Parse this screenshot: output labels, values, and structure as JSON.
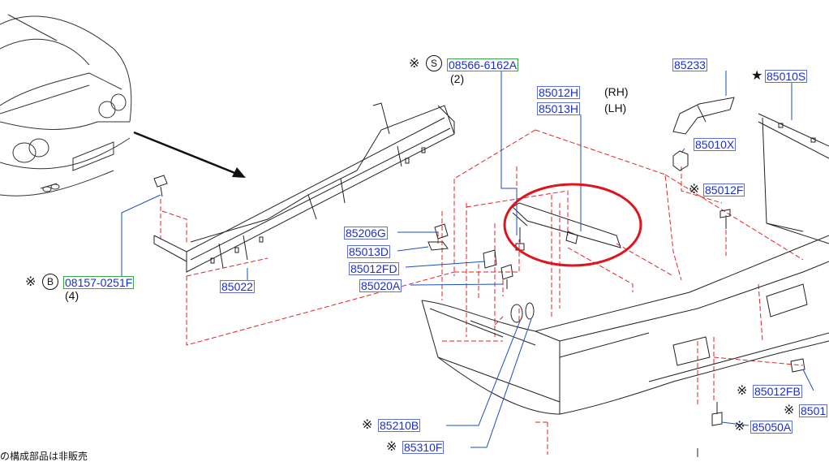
{
  "callouts": {
    "c0815702": {
      "code": "08157-0251F",
      "qty": "(4)",
      "prefix": "※",
      "symbol": "B"
    },
    "c85022": {
      "code": "85022"
    },
    "c08566": {
      "code": "08566-6162A",
      "qty": "(2)",
      "prefix": "※",
      "symbol": "S"
    },
    "c85012H": {
      "code": "85012H",
      "side": "(RH)"
    },
    "c85013H": {
      "code": "85013H",
      "side": "(LH)"
    },
    "c85233": {
      "code": "85233"
    },
    "c85010S": {
      "code": "85010S",
      "prefix": "★"
    },
    "c85010X": {
      "code": "85010X"
    },
    "c85012F": {
      "code": "85012F",
      "prefix": "※"
    },
    "c85206G": {
      "code": "85206G"
    },
    "c85013D": {
      "code": "85013D"
    },
    "c85012FD": {
      "code": "85012FD"
    },
    "c85020A": {
      "code": "85020A"
    },
    "c85012FB": {
      "code": "85012FB",
      "prefix": "※"
    },
    "c8501": {
      "code": "8501",
      "prefix": "※"
    },
    "c85050A": {
      "code": "85050A",
      "prefix": "※"
    },
    "c85210B": {
      "code": "85210B",
      "prefix": "※"
    },
    "c85310F": {
      "code": "85310F",
      "prefix": "※"
    }
  },
  "footnote": "の構成部品は非販売",
  "colors": {
    "link": "#1a2fd0",
    "dash": "#e0242a",
    "highlight": "#e0141c",
    "leader": "#1a4fc0",
    "line": "#222222"
  }
}
